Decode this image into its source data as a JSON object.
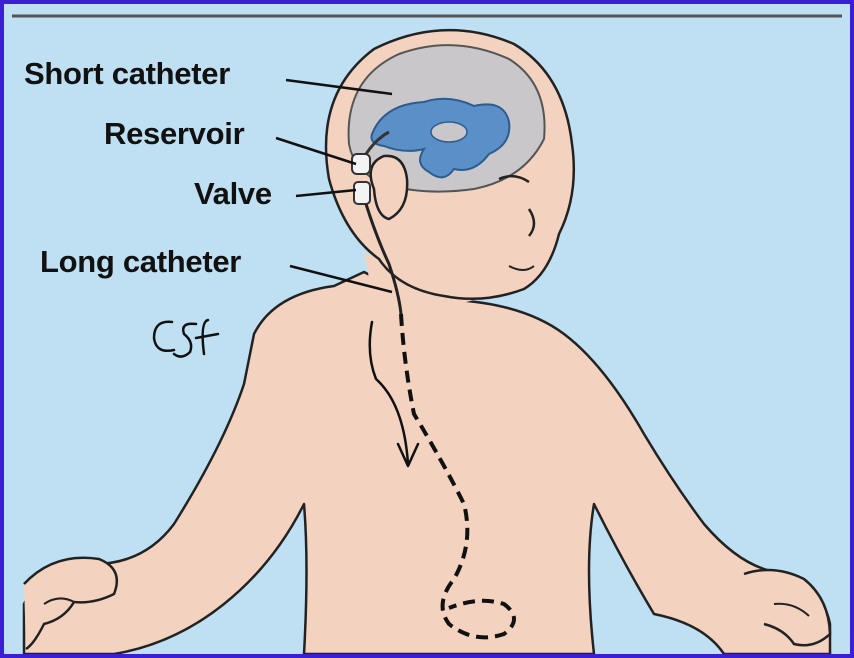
{
  "labels": {
    "short_catheter": "Short catheter",
    "reservoir": "Reservoir",
    "valve": "Valve",
    "long_catheter": "Long catheter"
  },
  "annotation": {
    "handwritten_text": "CSF"
  },
  "colors": {
    "frame": "#3b1fd6",
    "background": "#bfe0f3",
    "skin": "#f3d3c0",
    "brain": "#c9c7c9",
    "ventricles": "#5a8fc8",
    "ink": "#111111"
  }
}
